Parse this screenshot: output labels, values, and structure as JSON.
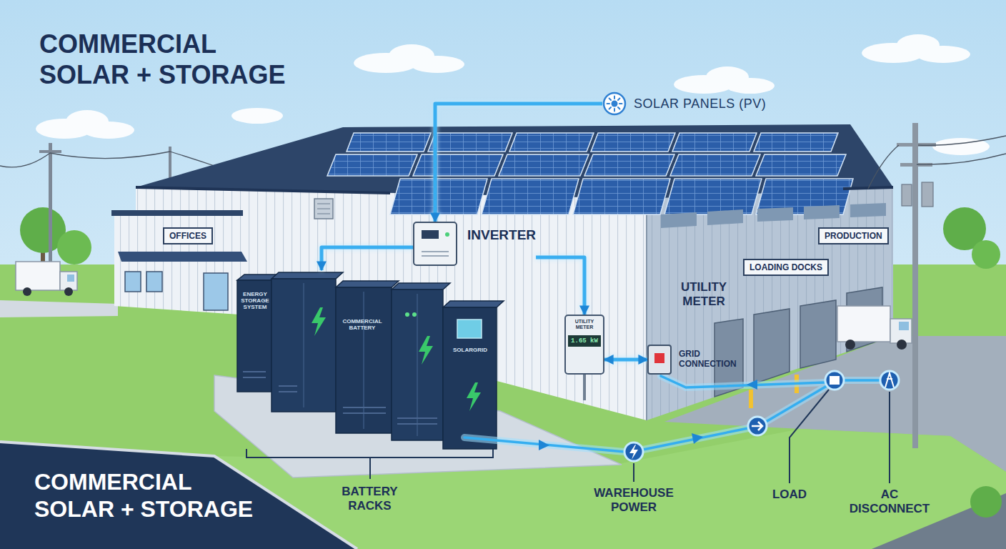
{
  "diagram": {
    "title": "COMMERCIAL SOLAR + STORAGE",
    "nodes": [
      {
        "text": [
          "SOLAR PANELS (PV)"
        ]
      },
      {
        "text": [
          "PRODUCTION"
        ]
      },
      {
        "text": [
          "INVERTER"
        ]
      },
      {
        "text": [
          "OFFICES"
        ]
      },
      {
        "text": [
          "LOADING DOCKS"
        ]
      },
      {
        "text": [
          "ENERGY STORAGE SYSTEM",
          "COMMERCIAL BATTERY",
          "SOLARGRID"
        ]
      },
      {
        "text": [
          "UTILITY METER",
          "1.65 kW"
        ]
      },
      {
        "text": [
          "GRID CONNECTION"
        ]
      }
    ],
    "edges": [
      {
        "from": 0,
        "to": 2,
        "arrow": "to"
      },
      {
        "from": 2,
        "to": 5,
        "arrow": "to"
      },
      {
        "from": 2,
        "to": 6,
        "arrow": "to"
      },
      {
        "from": 6,
        "to": 7,
        "arrow": "both"
      }
    ],
    "labels": [
      "UTILITY METER",
      "BATTERY RACKS",
      "WAREHOUSE POWER",
      "LOAD",
      "AC DISCONNECT",
      "COMMERCIAL SOLAR + STORAGE"
    ]
  }
}
